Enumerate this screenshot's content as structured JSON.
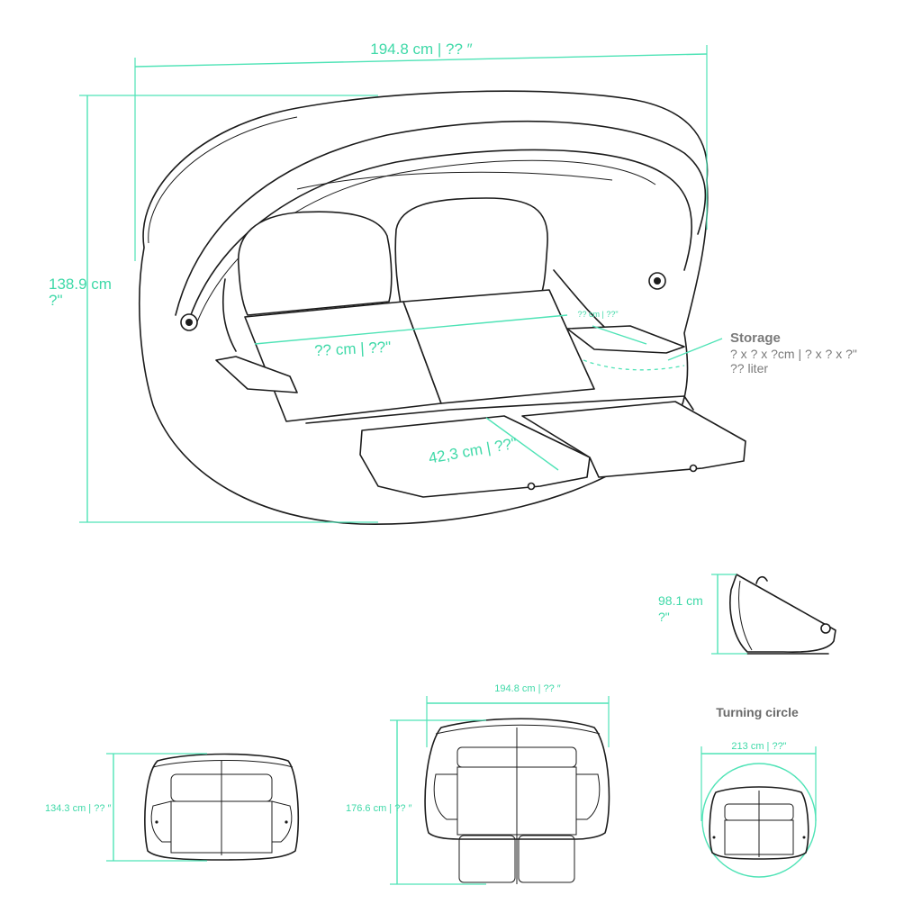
{
  "main_view": {
    "width_label": "194.8 cm | ?? ″",
    "height_label_cm": "138.9 cm",
    "height_label_in": "?\"",
    "seat_label": "?? cm | ??\"",
    "armrest_label": "?? cm | ??\"",
    "footrest_label": "42,3 cm | ??\""
  },
  "storage": {
    "title": "Storage",
    "dimensions": "? x ? x ?cm | ? x ? x ?\"",
    "volume": "?? liter"
  },
  "side_view": {
    "height_label_cm": "98.1 cm",
    "height_label_in": "?\""
  },
  "top_view_closed": {
    "depth_label": "134.3 cm | ?? ″"
  },
  "top_view_open": {
    "width_label": "194.8 cm | ?? ″",
    "depth_label": "176.6 cm | ?? ″"
  },
  "turning_circle": {
    "title": "Turning circle",
    "diameter_label": "213 cm | ??\""
  },
  "colors": {
    "dimension": "#4fe3b6",
    "line_art": "#1c1c1c",
    "annotation_gray": "#7a7a7a"
  }
}
